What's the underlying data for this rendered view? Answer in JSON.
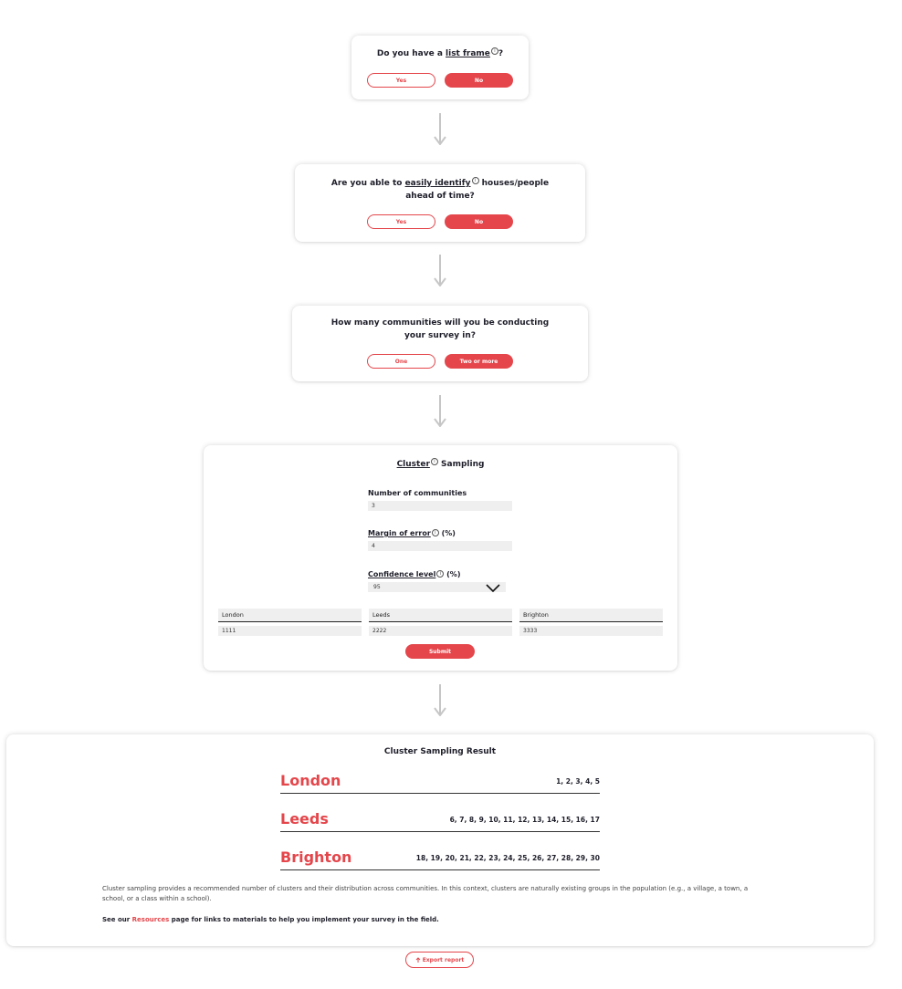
{
  "step1": {
    "question_pre": "Do you have a ",
    "question_link": "list frame",
    "question_post": "?",
    "info_glyph": "i",
    "yes_label": "Yes",
    "no_label": "No"
  },
  "step2": {
    "question_pre": "Are you able to ",
    "question_link": "easily identify",
    "question_post": " houses/people",
    "question_line2": "ahead of time?",
    "info_glyph": "i",
    "yes_label": "Yes",
    "no_label": "No"
  },
  "step3": {
    "question_line1": "How many communities will you be conducting",
    "question_line2": "your survey in?",
    "one_label": "One",
    "two_label": "Two or more"
  },
  "form": {
    "title_link": "Cluster",
    "title_rest": " Sampling",
    "info_glyph": "i",
    "num_communities_label": "Number of communities",
    "num_communities_value": "3",
    "margin_label": "Margin of error",
    "margin_unit": "(%)",
    "margin_value": "4",
    "confidence_label": "Confidence level",
    "confidence_unit": "(%)",
    "confidence_value": "95",
    "communities": [
      {
        "name": "London",
        "value": "1111"
      },
      {
        "name": "Leeds",
        "value": "2222"
      },
      {
        "name": "Brighton",
        "value": "3333"
      }
    ],
    "submit_label": "Submit"
  },
  "result": {
    "title": "Cluster Sampling Result",
    "rows": [
      {
        "name": "London",
        "numbers": "1, 2, 3, 4, 5"
      },
      {
        "name": "Leeds",
        "numbers": "6, 7, 8, 9, 10, 11, 12, 13, 14, 15, 16, 17"
      },
      {
        "name": "Brighton",
        "numbers": "18, 19, 20, 21, 22, 23, 24, 25, 26, 27, 28, 29, 30"
      }
    ],
    "description": "Cluster sampling provides a recommended number of clusters and their distribution across communities. In this context, clusters are naturally existing groups in the population (e.g., a village, a town, a school, or a class within a school).",
    "see_pre": "See our ",
    "see_link": "Resources",
    "see_post": " page for links to materials to help you implement your survey in the field."
  },
  "export": {
    "icon": "upload-icon",
    "label": "Export report"
  },
  "colors": {
    "accent": "#e4464b",
    "arrow": "#c6c6c6",
    "field_bg": "#efefef"
  }
}
